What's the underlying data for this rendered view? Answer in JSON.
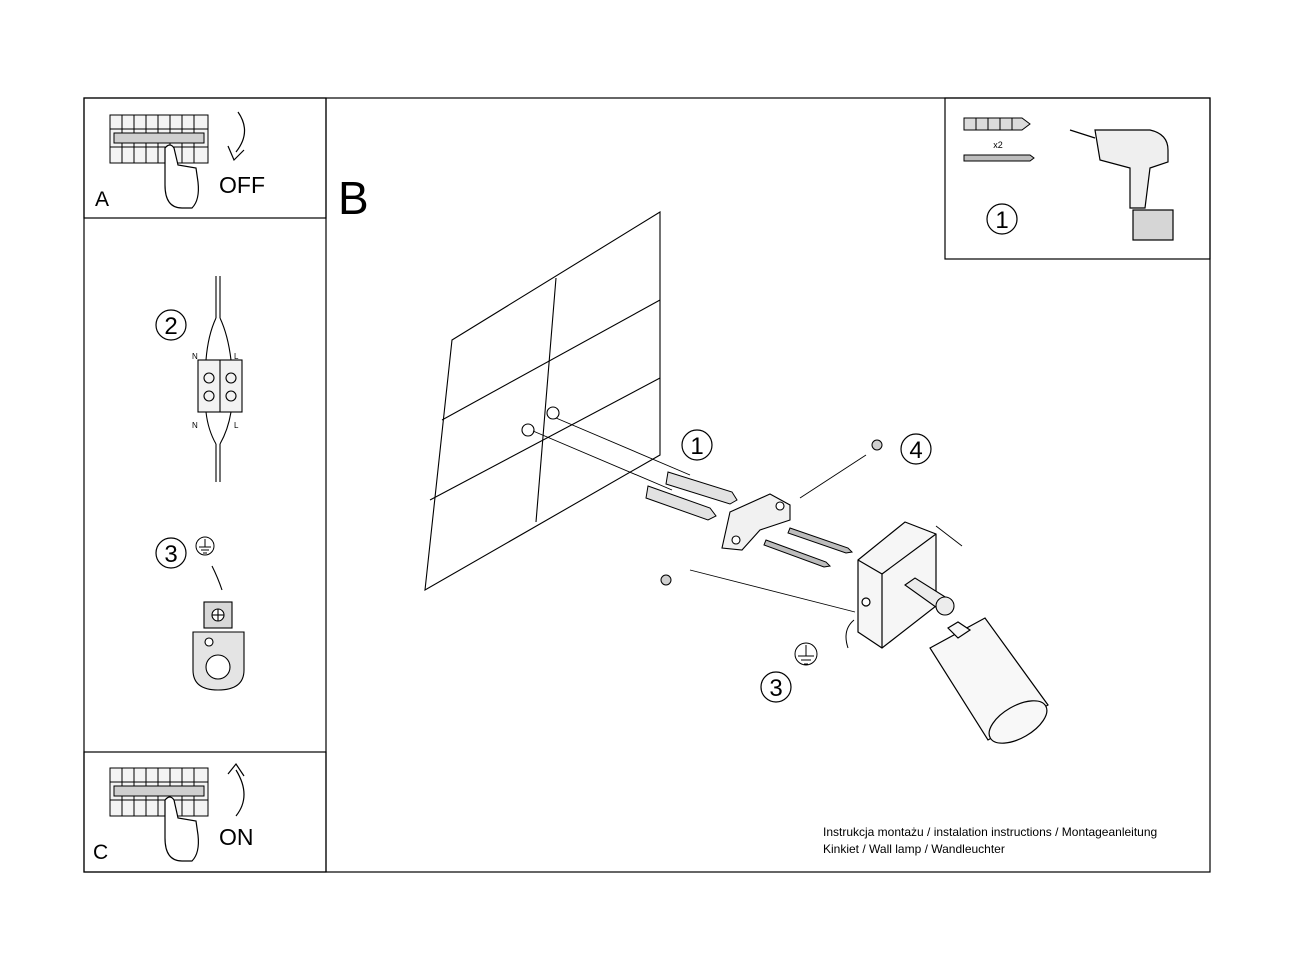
{
  "panels": {
    "a": {
      "letter": "A",
      "action": "OFF"
    },
    "b": {
      "letter": "B"
    },
    "c": {
      "letter": "C",
      "action": "ON"
    }
  },
  "callouts": {
    "tools_step": "1",
    "tools_quantity": "x2",
    "wires_step": "2",
    "wire_n_top": "N",
    "wire_l_top": "L",
    "wire_n_bottom": "N",
    "wire_l_bottom": "L",
    "ground_step_left": "3",
    "dowel_step": "1",
    "screw_step": "4",
    "ground_step_main": "3"
  },
  "footer": {
    "line1": "Instrukcja montażu / instalation instructions / Montageanleitung",
    "line2": "Kinkiet / Wall lamp / Wandleuchter"
  }
}
